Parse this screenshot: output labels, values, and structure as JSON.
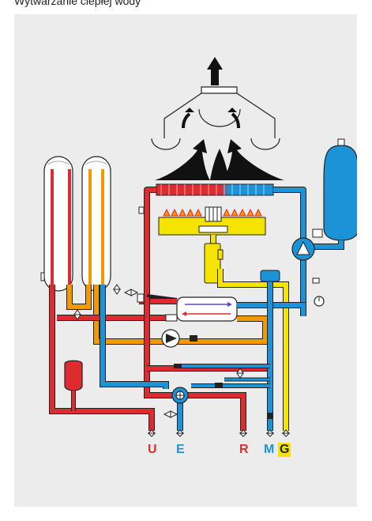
{
  "caption": "Wytwarzanie ciepłej wody",
  "colors": {
    "hot": "#dd2b2f",
    "cold": "#1c93d6",
    "heating": "#f29a00",
    "gas": "#f5e400",
    "vessel": "#1c93d6",
    "background": "#ececec",
    "outline": "#222222"
  },
  "icons": [
    "chimney-arrow-icon",
    "hood-icon",
    "flame-icon",
    "pump-icon",
    "heat-exchanger-icon",
    "valve-icon",
    "gauge-icon",
    "expansion-vessel-icon",
    "storage-tank-icon",
    "flow-turbine-icon"
  ],
  "connections": [
    {
      "id": "U",
      "label": "U",
      "color": "#dd2b2f"
    },
    {
      "id": "E",
      "label": "E",
      "color": "#1c93d6"
    },
    {
      "id": "R",
      "label": "R",
      "color": "#dd2b2f"
    },
    {
      "id": "M",
      "label": "M",
      "color": "#1c93d6"
    },
    {
      "id": "G",
      "label": "G",
      "color": "#222222"
    }
  ]
}
